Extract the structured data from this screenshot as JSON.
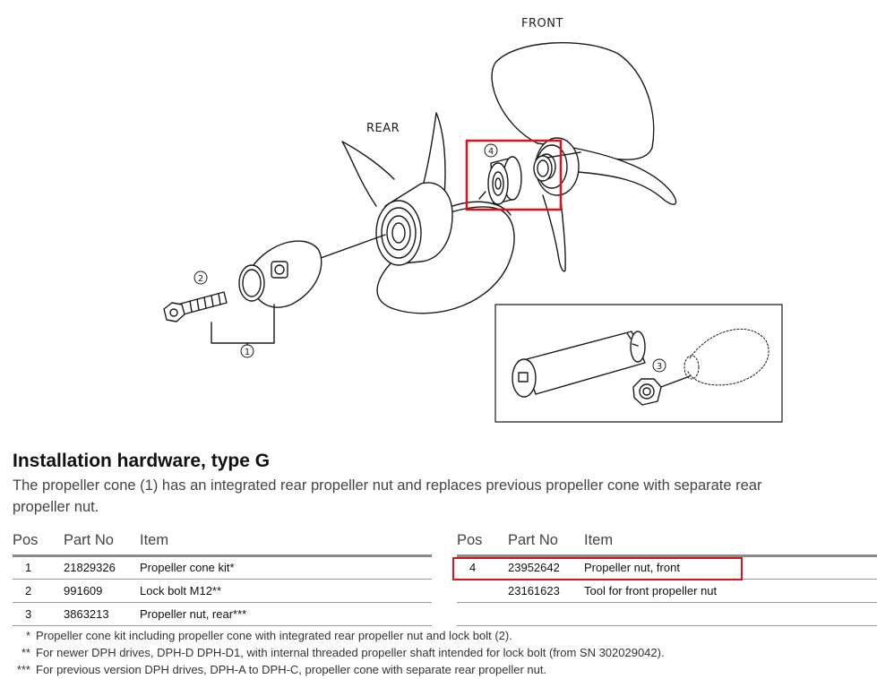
{
  "diagram": {
    "label_front": "FRONT",
    "label_rear": "REAR",
    "callouts": [
      "1",
      "2",
      "3",
      "4"
    ],
    "highlight_color": "#d9141a"
  },
  "section": {
    "title": "Installation hardware, type G",
    "description": "The propeller cone (1) has an integrated rear propeller nut and replaces previous propeller cone with separate rear propeller nut."
  },
  "table_left": {
    "headers": [
      "Pos",
      "Part No",
      "Item"
    ],
    "rows": [
      {
        "pos": "1",
        "part_no": "21829326",
        "item": "Propeller cone kit*"
      },
      {
        "pos": "2",
        "part_no": "991609",
        "item": "Lock bolt M12**"
      },
      {
        "pos": "3",
        "part_no": "3863213",
        "item": "Propeller nut, rear***"
      }
    ]
  },
  "table_right": {
    "headers": [
      "Pos",
      "Part No",
      "Item"
    ],
    "rows": [
      {
        "pos": "4",
        "part_no": "23952642",
        "item": "Propeller nut, front"
      },
      {
        "pos": "",
        "part_no": "23161623",
        "item": "Tool for front propeller nut"
      },
      {
        "pos": "",
        "part_no": "",
        "item": ""
      }
    ]
  },
  "footnotes": [
    {
      "mark": "*",
      "text": "Propeller cone kit including propeller cone with integrated rear propeller nut and lock bolt (2)."
    },
    {
      "mark": "**",
      "text": "For newer DPH drives, DPH-D DPH-D1, with internal threaded propeller shaft intended for lock bolt (from SN 302029042)."
    },
    {
      "mark": "***",
      "text": "For previous version DPH drives, DPH-A to DPH-C,  propeller cone with separate rear propeller nut."
    }
  ]
}
